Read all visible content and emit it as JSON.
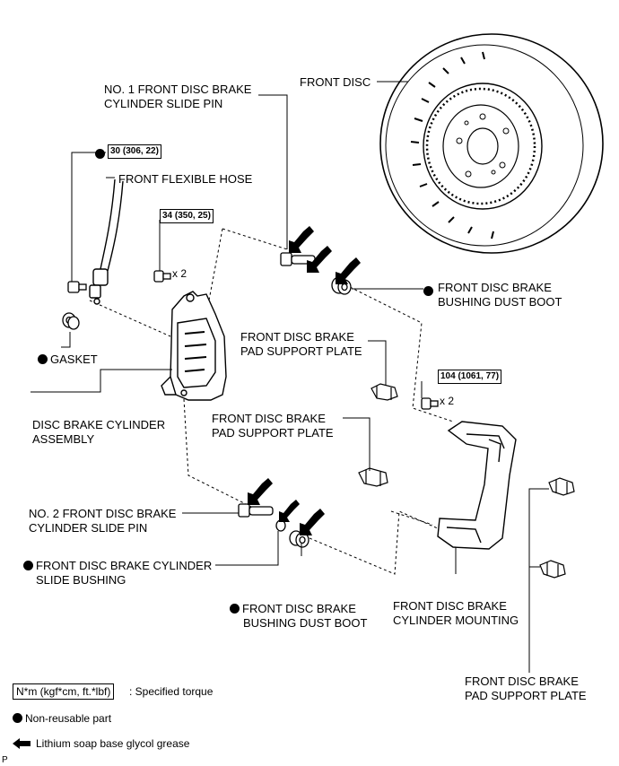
{
  "labels": {
    "front_disc": "FRONT DISC",
    "slide_pin_1_l1": "NO. 1 FRONT DISC BRAKE",
    "slide_pin_1_l2": "CYLINDER SLIDE PIN",
    "flexible_hose": "FRONT FLEXIBLE HOSE",
    "bushing_dust_boot_top_l1": "FRONT DISC BRAKE",
    "bushing_dust_boot_top_l2": "BUSHING DUST BOOT",
    "gasket": "GASKET",
    "pad_support_plate_1_l1": "FRONT DISC BRAKE",
    "pad_support_plate_1_l2": "PAD SUPPORT PLATE",
    "disc_brake_cylinder_l1": "DISC BRAKE CYLINDER",
    "disc_brake_cylinder_l2": "ASSEMBLY",
    "pad_support_plate_2_l1": "FRONT DISC BRAKE",
    "pad_support_plate_2_l2": "PAD SUPPORT PLATE",
    "slide_pin_2_l1": "NO. 2 FRONT DISC BRAKE",
    "slide_pin_2_l2": "CYLINDER SLIDE PIN",
    "slide_bushing_l1": "FRONT DISC BRAKE CYLINDER",
    "slide_bushing_l2": "SLIDE BUSHING",
    "bushing_dust_boot_bottom_l1": "FRONT DISC BRAKE",
    "bushing_dust_boot_bottom_l2": "BUSHING DUST BOOT",
    "cylinder_mounting_l1": "FRONT DISC BRAKE",
    "cylinder_mounting_l2": "CYLINDER MOUNTING",
    "pad_support_plate_3_l1": "FRONT DISC BRAKE",
    "pad_support_plate_3_l2": "PAD SUPPORT PLATE"
  },
  "torques": {
    "union_bolt": "30 (306, 22)",
    "bleeder_bolts": "34 (350, 25)",
    "mounting_bolts": "104 (1061, 77)"
  },
  "quantities": {
    "bleeder_bolts": "x 2",
    "mounting_bolts": "x 2"
  },
  "legend": {
    "torque_unit": "N*m (kgf*cm, ft.*lbf)",
    "torque_desc": ": Specified torque",
    "non_reusable": "Non-reusable part",
    "grease": "Lithium soap base glycol grease"
  },
  "corner_mark": "P",
  "colors": {
    "ink": "#000000",
    "background": "#ffffff"
  }
}
